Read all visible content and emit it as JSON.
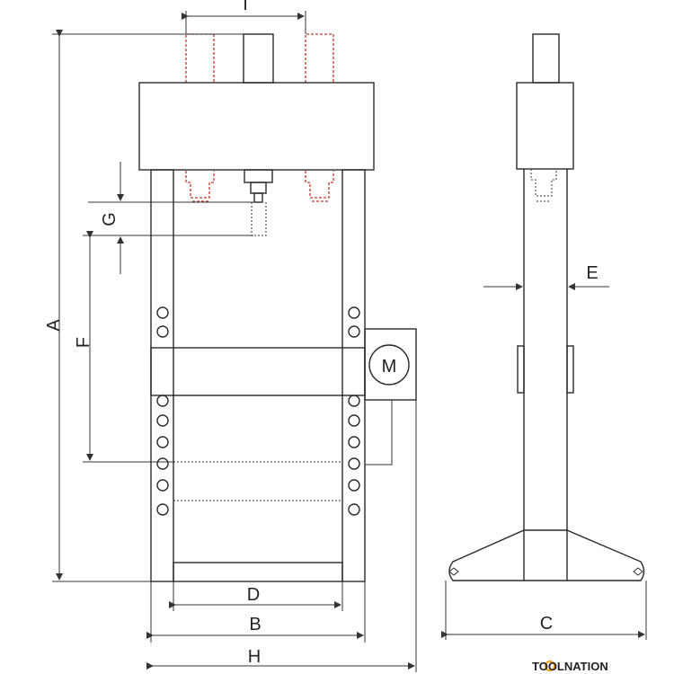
{
  "labels": {
    "A": "A",
    "B": "B",
    "C": "C",
    "D": "D",
    "E": "E",
    "F": "F",
    "G": "G",
    "H": "H",
    "I": "I",
    "M": "M"
  },
  "brand": {
    "text": "TOOLNATION",
    "accent": "#f39c12"
  },
  "colors": {
    "line": "#2a2a2a",
    "hidden_red": "#c0392b"
  }
}
